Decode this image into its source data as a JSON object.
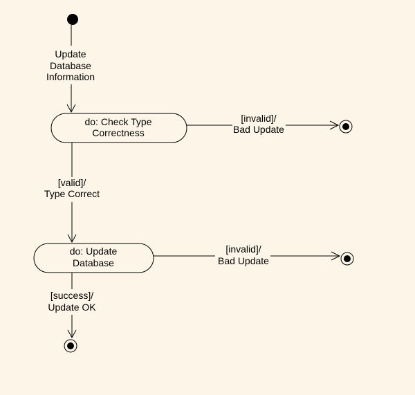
{
  "diagram": {
    "initial_transition": {
      "line1": "Update",
      "line2": "Database",
      "line3": "Information"
    },
    "state_check": {
      "line1": "do: Check Type",
      "line2": "Correctness"
    },
    "transition_check_invalid": {
      "line1": "[invalid]/",
      "line2": "Bad Update"
    },
    "transition_valid": {
      "line1": "[valid]/",
      "line2": "Type Correct"
    },
    "state_update": {
      "line1": "do:  Update",
      "line2": "Database"
    },
    "transition_update_invalid": {
      "line1": "[invalid]/",
      "line2": "Bad Update"
    },
    "transition_success": {
      "line1": "[success]/",
      "line2": "Update OK"
    }
  },
  "colors": {
    "background": "#fdf6e8",
    "stroke": "#000000"
  }
}
